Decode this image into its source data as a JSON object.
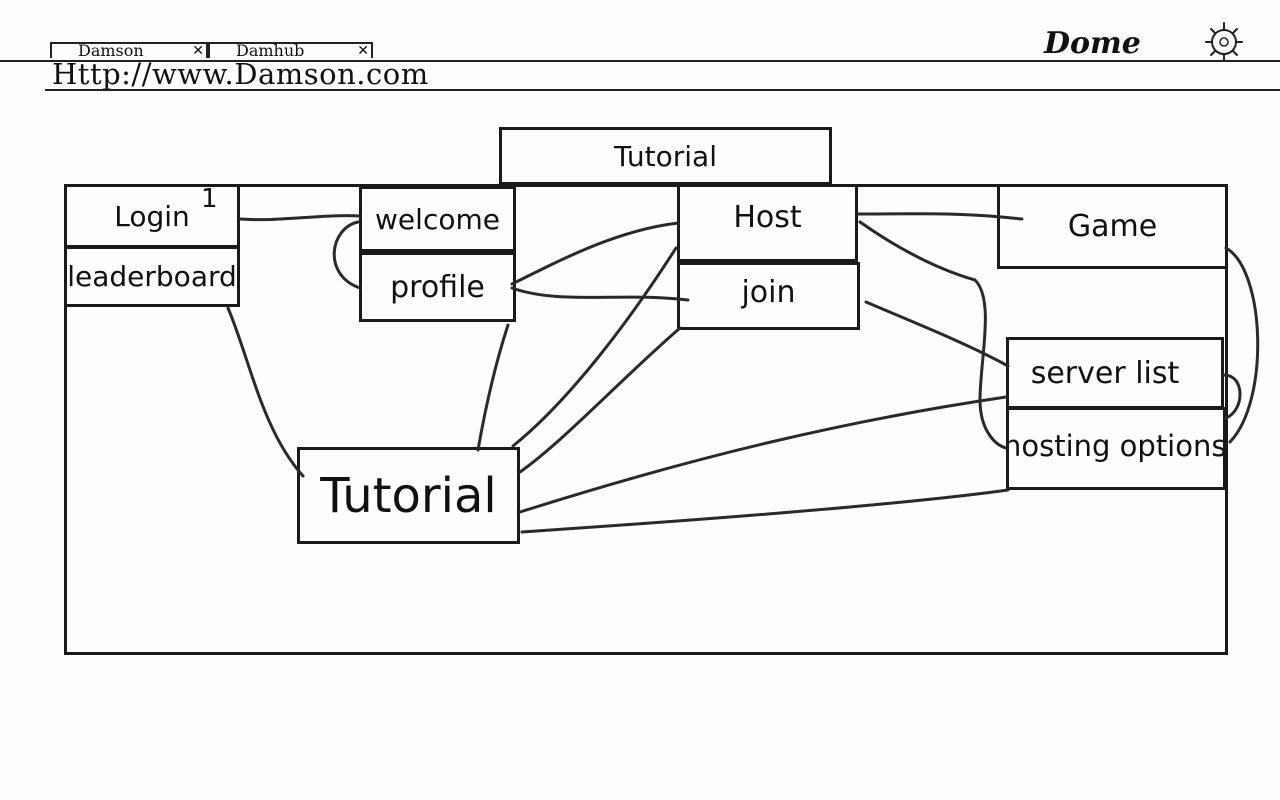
{
  "browser": {
    "tabs": [
      {
        "label": "Damson",
        "close": "✕"
      },
      {
        "label": "Damhub",
        "close": "✕"
      }
    ],
    "url": "Http://www.Damson.com",
    "brand": "Dome",
    "settings_icon": "gear-icon"
  },
  "diagram": {
    "top_tab": "Tutorial",
    "login": "Login",
    "login_badge": "1",
    "leaderboard": "leaderboard",
    "welcome": "welcome",
    "profile": "profile",
    "host": "Host",
    "join": "join",
    "game": "Game",
    "server_list": "server list",
    "hosting_options": "hosting options",
    "tutorial": "Tutorial"
  }
}
